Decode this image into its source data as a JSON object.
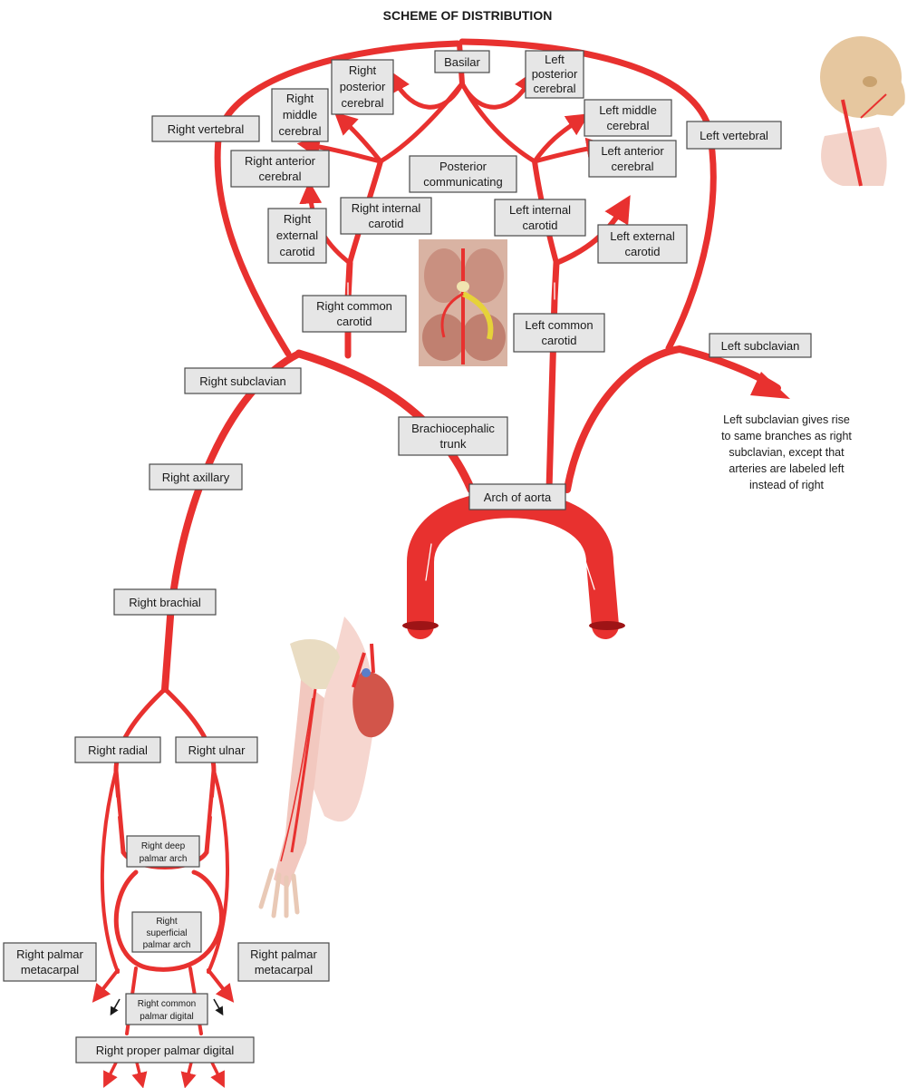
{
  "title": "SCHEME OF DISTRIBUTION",
  "colors": {
    "artery": "#e8312f",
    "artery_dark": "#c9201f",
    "label_fill": "#e6e6e6",
    "label_border": "#4a4a4a"
  },
  "labels": {
    "basilar": [
      "Basilar"
    ],
    "right_posterior_cerebral": [
      "Right",
      "posterior",
      "cerebral"
    ],
    "left_posterior_cerebral": [
      "Left",
      "posterior",
      "cerebral"
    ],
    "right_middle_cerebral": [
      "Right",
      "middle",
      "cerebral"
    ],
    "left_middle_cerebral": [
      "Left middle",
      "cerebral"
    ],
    "right_vertebral": [
      "Right vertebral"
    ],
    "left_vertebral": [
      "Left vertebral"
    ],
    "left_anterior_cerebral": [
      "Left anterior",
      "cerebral"
    ],
    "right_anterior_cerebral": [
      "Right anterior",
      "cerebral"
    ],
    "posterior_communicating": [
      "Posterior",
      "communicating"
    ],
    "right_external_carotid": [
      "Right",
      "external",
      "carotid"
    ],
    "right_internal_carotid": [
      "Right internal",
      "carotid"
    ],
    "left_internal_carotid": [
      "Left internal",
      "carotid"
    ],
    "left_external_carotid": [
      "Left external",
      "carotid"
    ],
    "right_common_carotid": [
      "Right common",
      "carotid"
    ],
    "left_common_carotid": [
      "Left common",
      "carotid"
    ],
    "left_subclavian": [
      "Left subclavian"
    ],
    "right_subclavian": [
      "Right subclavian"
    ],
    "brachiocephalic_trunk": [
      "Brachiocephalic",
      "trunk"
    ],
    "right_axillary": [
      "Right axillary"
    ],
    "arch_of_aorta": [
      "Arch of aorta"
    ],
    "right_brachial": [
      "Right brachial"
    ],
    "right_radial": [
      "Right radial"
    ],
    "right_ulnar": [
      "Right ulnar"
    ],
    "right_deep_palmar_arch": [
      "Right deep",
      "palmar arch"
    ],
    "right_superficial_palmar_arch": [
      "Right",
      "superficial",
      "palmar arch"
    ],
    "right_palmar_metacarpal_left": [
      "Right palmar",
      "metacarpal"
    ],
    "right_palmar_metacarpal_right": [
      "Right palmar",
      "metacarpal"
    ],
    "right_common_palmar_digital": [
      "Right common",
      "palmar digital"
    ],
    "right_proper_palmar_digital": [
      "Right proper palmar digital"
    ]
  },
  "note": [
    "Left subclavian gives rise",
    "to same branches as right",
    "subclavian, except that",
    "arteries are labeled left",
    "instead of right"
  ]
}
